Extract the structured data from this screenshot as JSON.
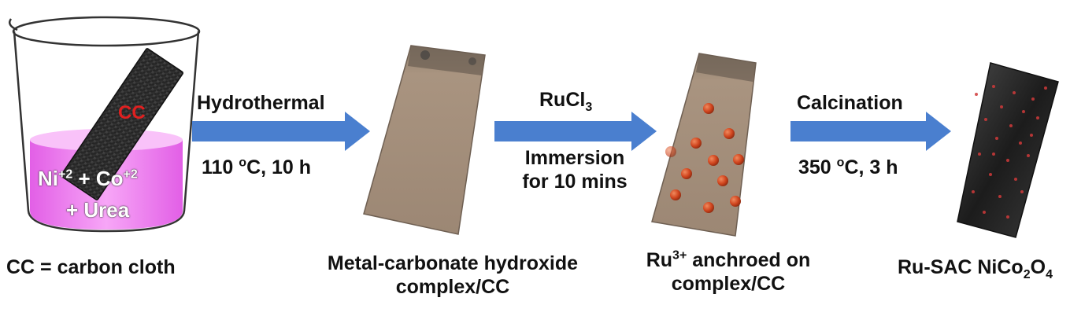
{
  "beaker": {
    "cc_tag": "CC",
    "sol_line1_a": "Ni",
    "sol_line1_a_sup": "+2",
    "sol_line1_b": " + Co",
    "sol_line1_b_sup": "+2",
    "sol_line2": "+ Urea"
  },
  "step1": {
    "above": "Hydrothermal",
    "below_a": "110 ",
    "below_deg": "o",
    "below_b": "C, 10 h"
  },
  "step2": {
    "above_a": "RuCl",
    "above_sub": "3",
    "below_line1": "Immersion",
    "below_line2": "for 10 mins"
  },
  "step3": {
    "above": "Calcination",
    "below_a": "350 ",
    "below_deg": "o",
    "below_b": "C, 3 h"
  },
  "captions": {
    "cc_def": "CC = carbon cloth",
    "complex_line1": "Metal-carbonate hydroxide",
    "complex_line2": "complex/CC",
    "ru_line1_a": "Ru",
    "ru_line1_sup": "3+",
    "ru_line1_b": " anchroed on",
    "ru_line2": "complex/CC",
    "sac_a": "Ru-SAC NiCo",
    "sac_sub1": "2",
    "sac_b": "O",
    "sac_sub2": "4"
  },
  "colors": {
    "arrow": "#4a7fcf",
    "solution": "#f07ef0",
    "carbon_cloth": "#2b2b2b",
    "complex": "#a08a78",
    "ru_particle": "#d0451e"
  }
}
